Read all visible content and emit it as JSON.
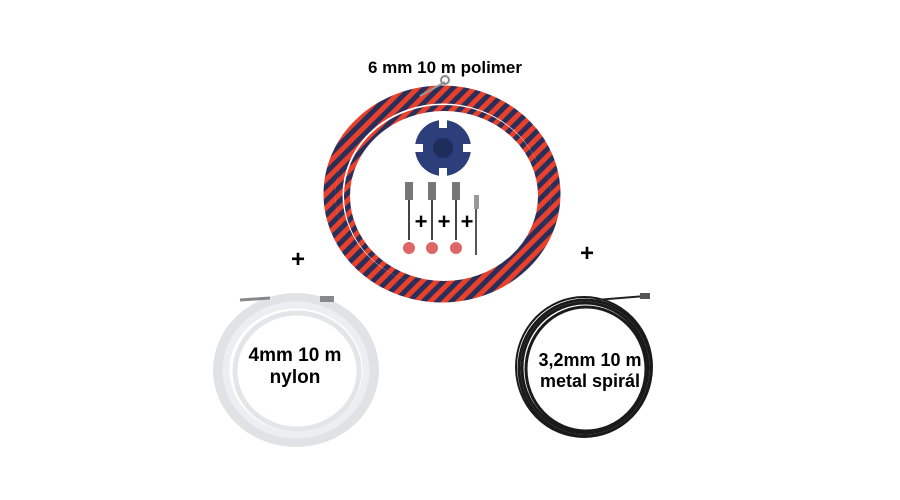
{
  "products": {
    "polymer": {
      "label": "6 mm 10 m polimer"
    },
    "nylon": {
      "label_line1": "4mm 10 m",
      "label_line2": "nylon"
    },
    "metal": {
      "label_line1": "3,2mm 10 m",
      "label_line2": "metal spirál"
    }
  },
  "plus_sign": "+",
  "colors": {
    "polymer_red": "#e8402a",
    "polymer_navy": "#2a2f5a",
    "nylon_white": "#e6e9ec",
    "metal_black": "#1a1a1a",
    "reel_blue": "#2d3f7a"
  }
}
